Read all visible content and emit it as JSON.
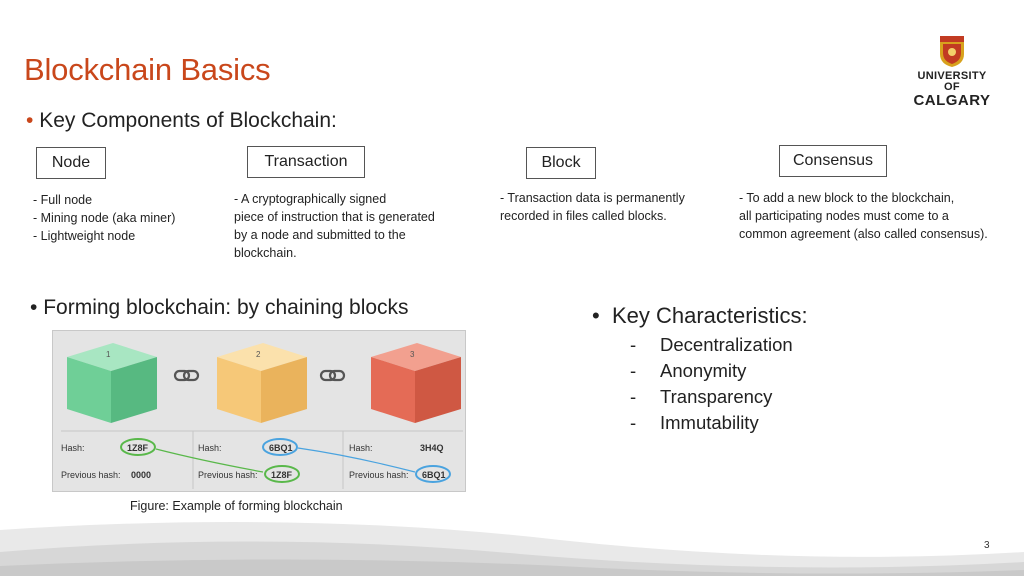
{
  "slide": {
    "title": "Blockchain Basics",
    "bullet1": "Key Components of Blockchain:",
    "components": [
      {
        "label": "Node",
        "desc": "- Full node\n- Mining node (aka miner)\n- Lightweight node"
      },
      {
        "label": "Transaction",
        "desc": "- A cryptographically signed\npiece of instruction that is generated\nby a node and submitted to the\nblockchain."
      },
      {
        "label": "Block",
        "desc": "- Transaction data is permanently\nrecorded in files called blocks."
      },
      {
        "label": "Consensus",
        "desc": "- To add a new block to the blockchain,\n all participating nodes must come to a\ncommon agreement (also called consensus)."
      }
    ],
    "bullet2": "Forming blockchain: by chaining blocks",
    "bullet3": "Key  Characteristics:",
    "characteristics": [
      "Decentralization",
      "Anonymity",
      "Transparency",
      "Immutability"
    ],
    "caption": "Figure: Example of forming blockchain",
    "page_number": "3"
  },
  "logo": {
    "line1": "UNIVERSITY OF",
    "line2": "CALGARY"
  },
  "figure": {
    "blocks": [
      {
        "num": "1",
        "hash_label": "Hash:",
        "hash": "1Z8F",
        "prev_label": "Previous hash:",
        "prev": "0000",
        "color": "#6fcf97"
      },
      {
        "num": "2",
        "hash_label": "Hash:",
        "hash": "6BQ1",
        "prev_label": "Previous hash:",
        "prev": "1Z8F",
        "color": "#f6c878"
      },
      {
        "num": "3",
        "hash_label": "Hash:",
        "hash": "3H4Q",
        "prev_label": "Previous hash:",
        "prev": "6BQ1",
        "color": "#e46b56"
      }
    ]
  },
  "colors": {
    "accent": "#c9471b",
    "green_ring": "#59b84a",
    "blue_ring": "#4aa3df"
  }
}
